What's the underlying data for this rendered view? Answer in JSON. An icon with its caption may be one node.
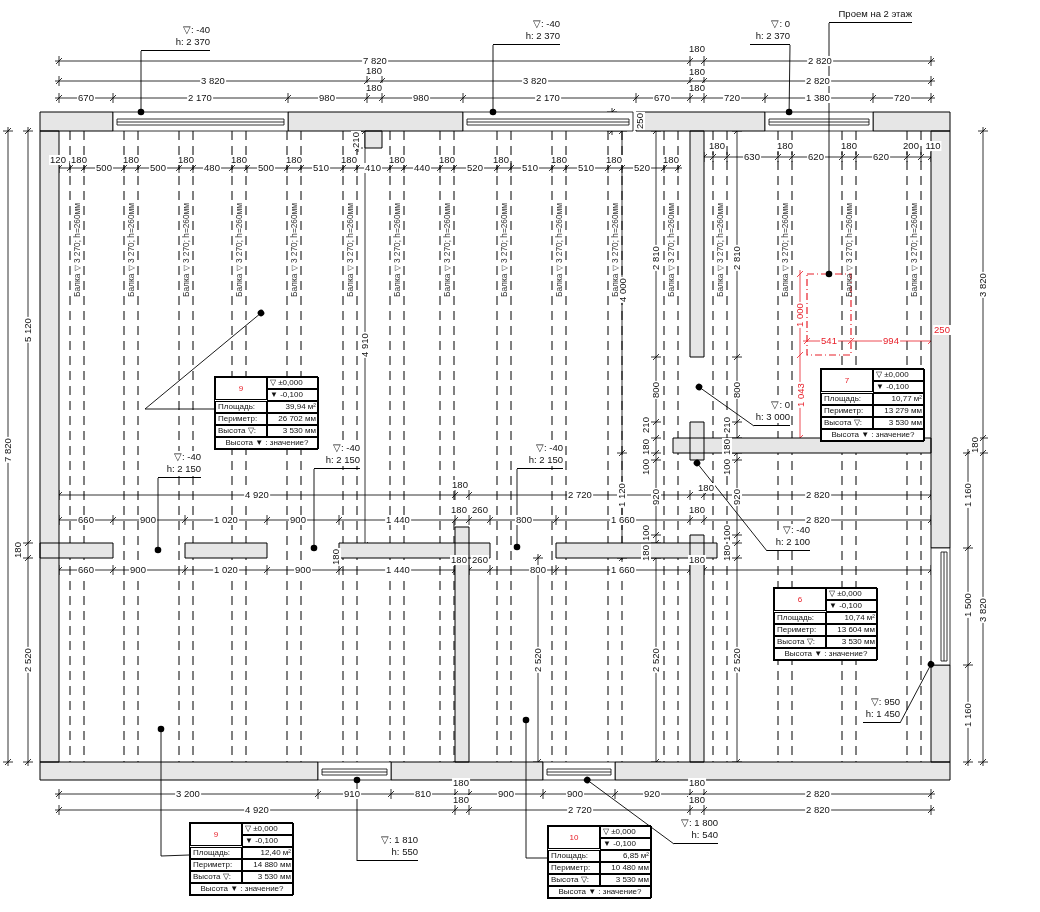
{
  "diagram": {
    "nodes": [
      {
        "text": [
          "▽: -40",
          "h: 2 370"
        ]
      },
      {
        "text": [
          "▽: -40",
          "h: 2 370"
        ]
      },
      {
        "text": [
          "▽: 0",
          "h: 2 370"
        ]
      },
      {
        "text": [
          "Проем на 2 этаж"
        ]
      },
      {
        "text": [],
        "shape": "box"
      },
      {
        "text": [
          "9",
          "▽ ±0,000",
          "▼ -0,100",
          "Площадь:",
          "39,94 м²",
          "Периметр:",
          "26 702 мм",
          "Высота ▽:",
          "3 530 мм",
          "Высота ▼ : значение?"
        ]
      },
      {
        "text": [
          "7",
          "▽ ±0,000",
          "▼ -0,100",
          "Площадь:",
          "10,77 м²",
          "Периметр:",
          "13 279 мм",
          "Высота ▽:",
          "3 530 мм",
          "Высота ▼ : значение?"
        ]
      },
      {
        "text": [
          "▽: 0",
          "h: 3 000"
        ]
      },
      {
        "text": [
          "▽: -40",
          "h: 2 150"
        ]
      },
      {
        "text": [
          "▽: -40",
          "h: 2 150"
        ]
      },
      {
        "text": [
          "▽: -40",
          "h: 2 150"
        ]
      },
      {
        "text": [
          "▽: -40",
          "h: 2 100"
        ]
      },
      {
        "text": [
          "6",
          "▽ ±0,000",
          "▼ -0,100",
          "Площадь:",
          "10,74 м²",
          "Периметр:",
          "13 604 мм",
          "Высота ▽:",
          "3 530 мм",
          "Высота ▼ : значение?"
        ]
      },
      {
        "text": [
          "▽: 950",
          "h: 1 450"
        ]
      },
      {
        "text": [
          "9",
          "▽ ±0,000",
          "▼ -0,100",
          "Площадь:",
          "12,40 м²",
          "Периметр:",
          "14 880 мм",
          "Высота ▽:",
          "3 530 мм",
          "Высота ▼ : значение?"
        ]
      },
      {
        "text": [
          "10",
          "▽ ±0,000",
          "▼ -0,100",
          "Площадь:",
          "6,85 м²",
          "Периметр:",
          "10 480 мм",
          "Высота ▽:",
          "3 530 мм",
          "Высота ▼ : значение?"
        ]
      },
      {
        "text": [
          "▽: 1 810",
          "h: 550"
        ]
      },
      {
        "text": [
          "▽: 1 800",
          "h: 540"
        ]
      },
      {
        "text": [],
        "shape": "box"
      },
      {
        "text": [],
        "shape": "box"
      },
      {
        "text": [],
        "shape": "box"
      },
      {
        "text": [],
        "shape": "box"
      },
      {
        "text": [],
        "shape": "box"
      },
      {
        "text": [],
        "shape": "box"
      }
    ],
    "edges": [
      {
        "from": 0,
        "to": 18,
        "arrow": "other"
      },
      {
        "from": 1,
        "to": 19,
        "arrow": "other"
      },
      {
        "from": 2,
        "to": 20,
        "arrow": "other"
      },
      {
        "from": 3,
        "to": 4,
        "arrow": "other"
      },
      {
        "from": 5,
        "to": null,
        "arrow": "other"
      },
      {
        "from": 7,
        "to": null,
        "arrow": "other"
      },
      {
        "from": 8,
        "to": null,
        "arrow": "other"
      },
      {
        "from": 9,
        "to": null,
        "arrow": "other"
      },
      {
        "from": 10,
        "to": null,
        "arrow": "other"
      },
      {
        "from": 11,
        "to": null,
        "arrow": "other"
      },
      {
        "from": 13,
        "to": 21,
        "arrow": "other"
      },
      {
        "from": 14,
        "to": null,
        "arrow": "other"
      },
      {
        "from": 15,
        "to": null,
        "arrow": "other"
      },
      {
        "from": 16,
        "to": 22,
        "arrow": "other"
      },
      {
        "from": 17,
        "to": 23,
        "arrow": "other"
      }
    ],
    "labels": [
      "180",
      "7 820",
      "2 820",
      "180",
      "180",
      "3 820",
      "3 820",
      "2 820",
      "180",
      "180",
      "670",
      "2 170",
      "980",
      "980",
      "2 170",
      "670",
      "720",
      "1 380",
      "720",
      "250",
      "210",
      "180",
      "630",
      "180",
      "620",
      "180",
      "620",
      "200",
      "110",
      "120",
      "180",
      "180",
      "180",
      "180",
      "180",
      "180",
      "180",
      "180",
      "180",
      "180",
      "180",
      "180",
      "500",
      "500",
      "480",
      "500",
      "510",
      "410",
      "440",
      "520",
      "510",
      "510",
      "520",
      "Балка ▽ 3 270; h=260мм",
      "Балка ▽ 3 270; h=260мм",
      "Балка ▽ 3 270; h=260мм",
      "Балка ▽ 3 270; h=260мм",
      "Балка ▽ 3 270; h=260мм",
      "Балка ▽ 3 270; h=260мм",
      "Балка ▽ 3 270; h=260мм",
      "Балка ▽ 3 270; h=260мм",
      "Балка ▽ 3 270; h=260мм",
      "Балка ▽ 3 270; h=260мм",
      "Балка ▽ 3 270; h=260мм",
      "Балка ▽ 3 270; h=260мм",
      "Балка ▽ 3 270; h=260мм",
      "Балка ▽ 3 270; h=260мм",
      "Балка ▽ 3 270; h=260мм",
      "Балка ▽ 3 270; h=260мм",
      "2 810",
      "2 810",
      "4 000",
      "1 000",
      "5 120",
      "3 820",
      "4 910",
      "541",
      "994",
      "250",
      "800",
      "800",
      "1 043",
      "210",
      "210",
      "180",
      "180",
      "180",
      "7 820",
      "100",
      "100",
      "180",
      "180",
      "4 920",
      "2 720",
      "1 120",
      "920",
      "920",
      "2 820",
      "1 160",
      "180",
      "260",
      "180",
      "660",
      "900",
      "1 020",
      "900",
      "1 440",
      "800",
      "1 660",
      "2 820",
      "100",
      "100",
      "180",
      "180",
      "180",
      "180",
      "180",
      "180",
      "260",
      "660",
      "900",
      "1 020",
      "900",
      "1 440",
      "800",
      "1 660",
      "1 500",
      "3 820",
      "2 520",
      "2 520",
      "2 520",
      "2 520",
      "1 160",
      "180",
      "180",
      "3 200",
      "910",
      "810",
      "900",
      "900",
      "920",
      "2 820",
      "180",
      "180",
      "4 920",
      "2 720",
      "2 820"
    ]
  }
}
